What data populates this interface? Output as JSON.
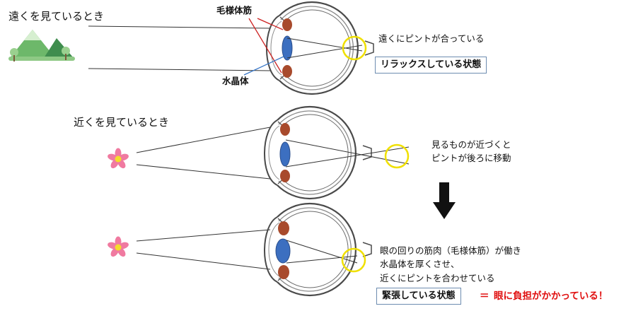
{
  "panels": {
    "far": {
      "heading": "遠くを見ているとき",
      "caption": "遠くにピントが合っている",
      "state": "リラックスしている状態"
    },
    "near": {
      "heading": "近くを見ているとき",
      "caption_lines": [
        "見るものが近づくと",
        "ピントが後ろに移動"
      ]
    },
    "adjusted": {
      "caption_lines": [
        "眼の回りの筋肉（毛様体筋）が働き",
        "水晶体を厚くさせ、",
        "近くにピントを合わせている"
      ],
      "state": "緊張している状態",
      "equals": "＝",
      "warning": "眼に負担がかかっている！"
    }
  },
  "labels": {
    "ciliary_muscle": "毛様体筋",
    "lens": "水晶体"
  },
  "icons": {
    "mountain": "mountain-icon",
    "flower": "flower-icon",
    "arrow": "down-arrow-icon"
  },
  "colors": {
    "lens": "#3c6fc0",
    "muscle": "#a84a2c",
    "focus_circle": "#f0e000",
    "warning": "#e01010",
    "box_border": "#6d8cb0",
    "leader_red": "#cc2222",
    "leader_blue": "#3a78c8"
  }
}
